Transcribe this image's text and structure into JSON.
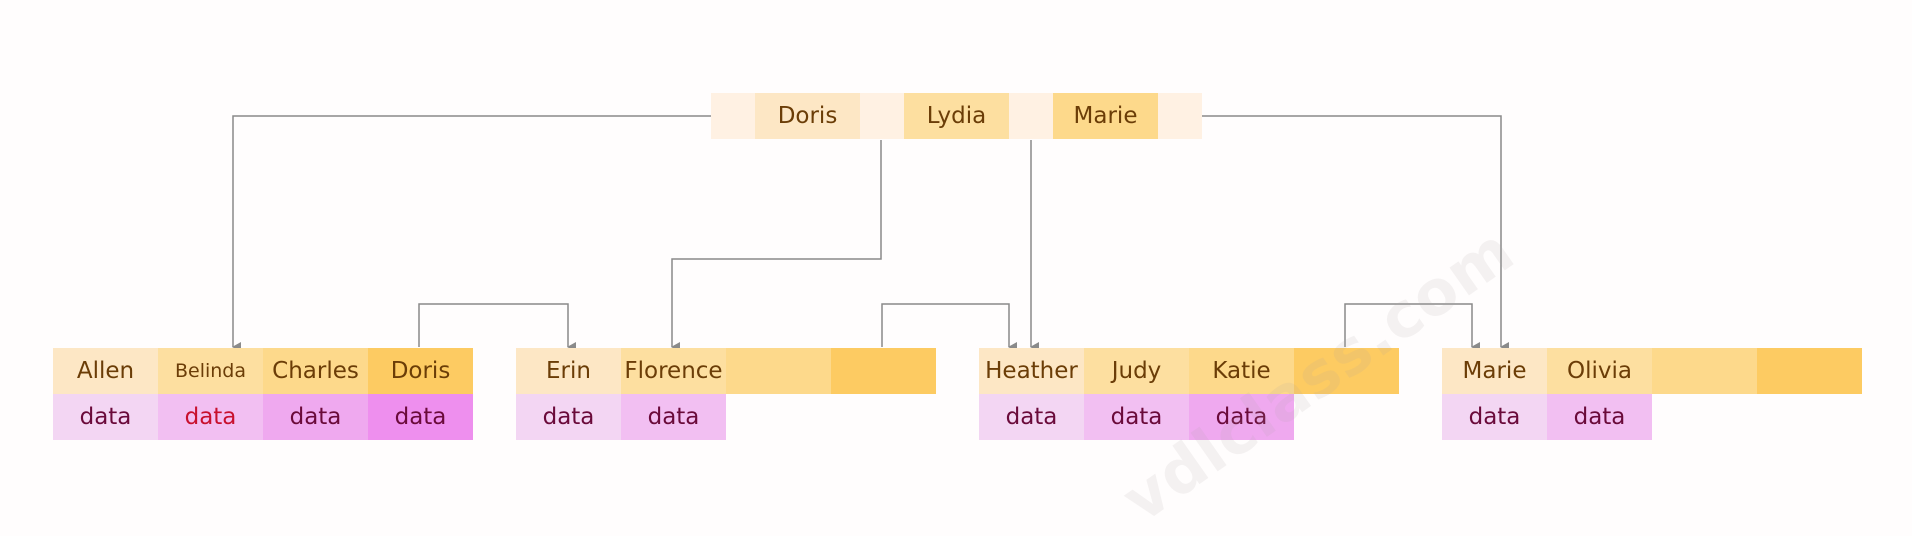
{
  "colors": {
    "key_pale": "#fff1e3",
    "key_1": "#fde7c5",
    "key_2": "#fddfa0",
    "key_3": "#fdd98b",
    "key_4": "#fdcb62",
    "data_1": "#f3d6f3",
    "data_2": "#f2bff2",
    "data_3": "#efa9ef",
    "data_4": "#ee8fee",
    "arrow": "#8a8a8a"
  },
  "watermark": "vdlclass.com",
  "root": {
    "keys": [
      "Doris",
      "Lydia",
      "Marie"
    ]
  },
  "leaves": [
    {
      "keys": [
        "Allen",
        "Belinda",
        "Charles",
        "Doris"
      ],
      "data": [
        "data",
        "data",
        "data",
        "data"
      ]
    },
    {
      "keys": [
        "Erin",
        "Florence",
        "",
        ""
      ],
      "data": [
        "data",
        "data"
      ]
    },
    {
      "keys": [
        "Heather",
        "Judy",
        "Katie",
        ""
      ],
      "data": [
        "data",
        "data",
        "data"
      ]
    },
    {
      "keys": [
        "Marie",
        "Olivia",
        "",
        ""
      ],
      "data": [
        "data",
        "data"
      ]
    }
  ]
}
